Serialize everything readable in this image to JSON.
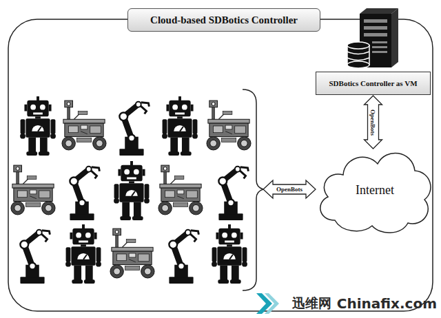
{
  "diagram": {
    "title": "Cloud-based SDBotics Controller",
    "nodes": [
      {
        "text": [
          "SDBotics Controller as VM"
        ]
      },
      {
        "text": [
          "Internet"
        ]
      }
    ],
    "edges": [
      {
        "from": 0,
        "to": 1,
        "label": "OpenBots",
        "arrow": "both"
      }
    ],
    "labels": [
      "OpenBots",
      "迅维网",
      "Chinafix.com"
    ]
  }
}
